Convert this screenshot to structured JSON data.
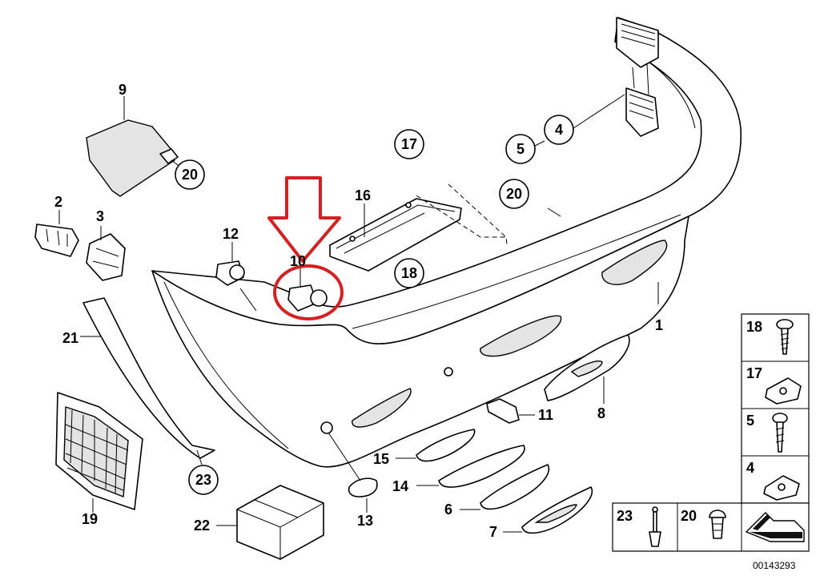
{
  "callouts": {
    "p1": "1",
    "p2": "2",
    "p3": "3",
    "p4": "4",
    "p5": "5",
    "p6": "6",
    "p7": "7",
    "p8": "8",
    "p9": "9",
    "p10": "10",
    "p11": "11",
    "p12": "12",
    "p13": "13",
    "p14": "14",
    "p15": "15",
    "p16": "16",
    "p17": "17",
    "p18": "18",
    "p19": "19",
    "p20a": "20",
    "p20b": "20",
    "p21": "21",
    "p22": "22",
    "p23": "23"
  },
  "legend": {
    "l18": "18",
    "l17": "17",
    "l5": "5",
    "l4": "4",
    "l23": "23",
    "l20": "20"
  },
  "catalog_number": "00143293",
  "highlight_color": "#d42020"
}
